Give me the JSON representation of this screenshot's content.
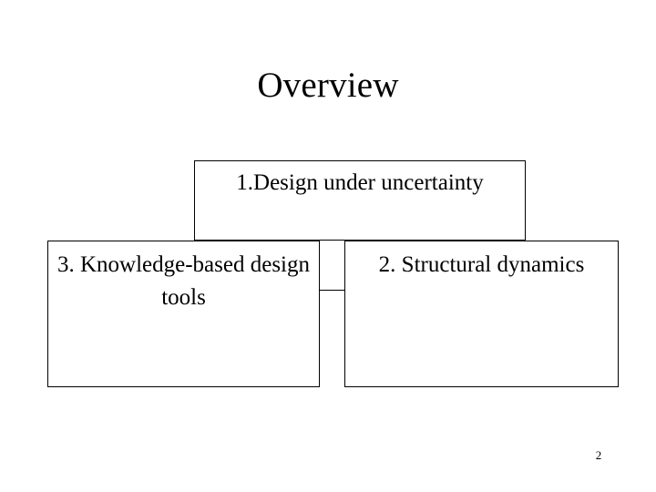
{
  "slide": {
    "title": "Overview",
    "page_number": "2",
    "background_color": "#ffffff",
    "line_color": "#000000",
    "text_color": "#000000"
  },
  "boxes": [
    {
      "id": "design",
      "label": "1.Design under uncertainty",
      "order": "1"
    },
    {
      "id": "knowledge",
      "label": "3. Knowledge-based design tools",
      "order": "3"
    },
    {
      "id": "structural",
      "label": "2. Structural dynamics",
      "order": "2"
    }
  ]
}
